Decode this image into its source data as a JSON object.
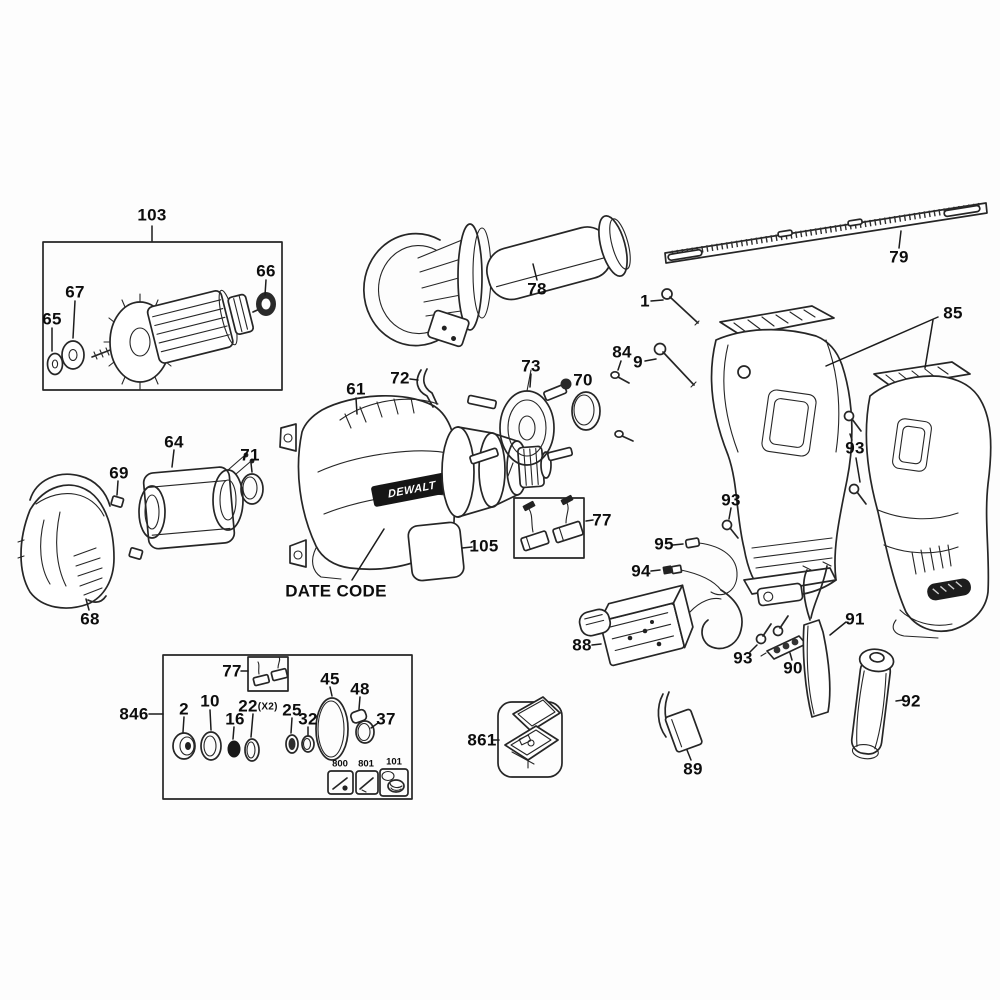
{
  "diagram": {
    "type": "exploded-parts-diagram",
    "background_color": "#fdfdfd",
    "line_color": "#262626",
    "brand_logo_text": "DEWALT",
    "date_code_label": "DATE CODE"
  },
  "callouts": {
    "c1": "1",
    "c2": "2",
    "c9": "9",
    "c10": "10",
    "c16": "16",
    "c22": "22",
    "c22_qty": "(X2)",
    "c25": "25",
    "c32": "32",
    "c37": "37",
    "c45": "45",
    "c48": "48",
    "c61": "61",
    "c64": "64",
    "c65": "65",
    "c66": "66",
    "c67": "67",
    "c68": "68",
    "c69": "69",
    "c70": "70",
    "c71": "71",
    "c72": "72",
    "c73": "73",
    "c77": "77",
    "c78": "78",
    "c79": "79",
    "c84": "84",
    "c85": "85",
    "c88": "88",
    "c89": "89",
    "c90": "90",
    "c91": "91",
    "c92": "92",
    "c93": "93",
    "c94": "94",
    "c95": "95",
    "c101": "101",
    "c103": "103",
    "c105": "105",
    "c800": "800",
    "c801": "801",
    "c846": "846",
    "c861": "861"
  }
}
